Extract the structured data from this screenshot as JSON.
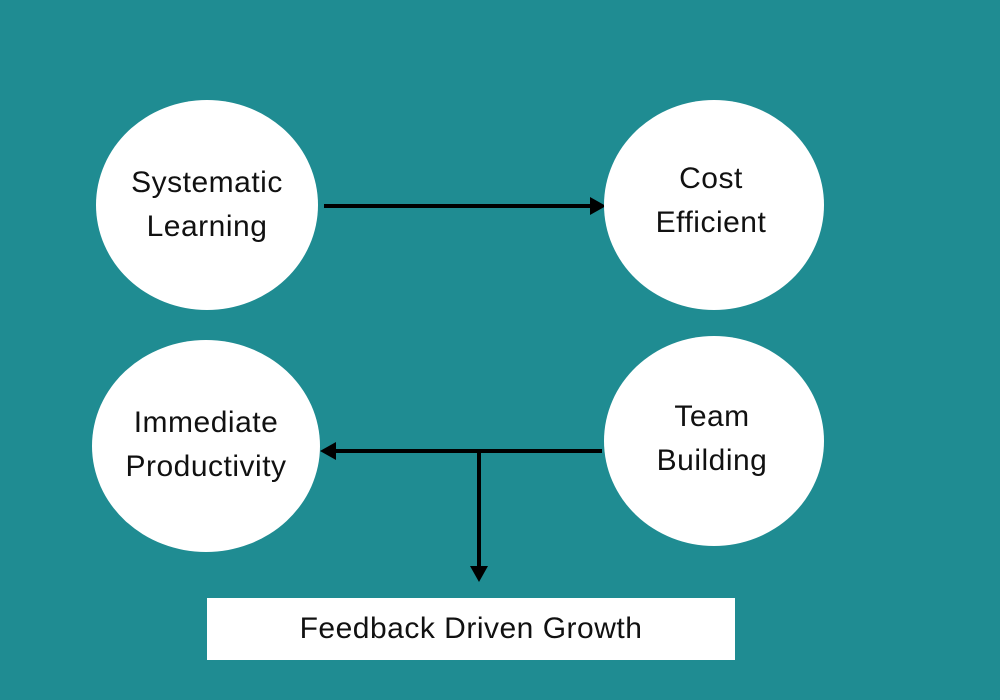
{
  "colors": {
    "background": "#1f8c92",
    "node_fill": "#ffffff",
    "text": "#111111",
    "arrow": "#000000"
  },
  "nodes": {
    "systematic_learning": {
      "line1": "Systematic",
      "line2": "Learning"
    },
    "cost_efficient": {
      "line1": "Cost",
      "line2": "Efficient"
    },
    "immediate_productivity": {
      "line1": "Immediate",
      "line2": "Productivity"
    },
    "team_building": {
      "line1": "Team",
      "line2": "Building"
    }
  },
  "outcome": {
    "label": "Feedback Driven Growth"
  },
  "edges": [
    {
      "from": "Systematic Learning",
      "to": "Cost Efficient"
    },
    {
      "from": "Team Building",
      "to": "Immediate Productivity"
    },
    {
      "from": "Team Building",
      "to": "Feedback Driven Growth"
    }
  ]
}
